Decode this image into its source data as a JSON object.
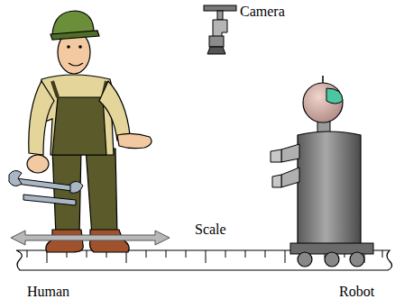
{
  "diagram": {
    "labels": [
      "Camera",
      "Scale",
      "Human",
      "Robot"
    ]
  }
}
